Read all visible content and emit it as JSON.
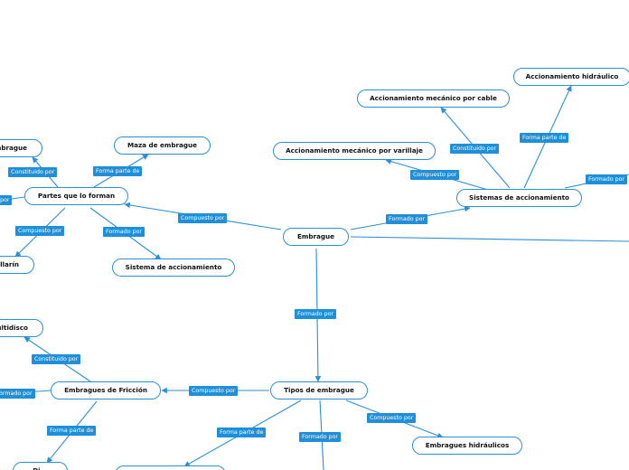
{
  "colors": {
    "link": "#2a8fd6",
    "label_bg": "#1e8fd8",
    "node_border": "#2a8fd6"
  },
  "nodes": {
    "embrague": "Embrague",
    "sistemas_accionamiento": "Sistemas de accionamiento",
    "acc_hidraulico": "Accionamiento hidráulico",
    "acc_mecanico_cable": "Accionamiento mecánico por cable",
    "acc_mecanico_varillaje": "Accionamiento mecánico por varillaje",
    "partes": "Partes que lo forman",
    "maza": "Maza de embrague",
    "disco_embrague_partial": "mbrague",
    "collarin_partial": "llarín",
    "sistema_accionamiento": "Sistema de accionamiento",
    "tipos": "Tipos de embrague",
    "embragues_friccion": "Embragues de Fricción",
    "multidisco_partial": "ultidisco",
    "embragues_hidraulicos": "Embragues hidráulicos",
    "bottom_left_partial": "Di..."
  },
  "labels": {
    "l1": "Compuesto por",
    "l2": "Formado por",
    "l3": "Formado por",
    "l4": "Constituido por",
    "l5": "Forma parte de",
    "l6": "Compuesto por",
    "l7": "Formado por",
    "l8": "Constituido por",
    "l9": "Forma parte de",
    "l10": "por",
    "l11": "Compuesto por",
    "l12": "Formado por",
    "l13": "Compuesto por",
    "l14": "Constituido por",
    "l15": "ormado por",
    "l16": "Forma parte de",
    "l17": "Forma parte de",
    "l18": "Formado por",
    "l19": "Compuesto por"
  }
}
